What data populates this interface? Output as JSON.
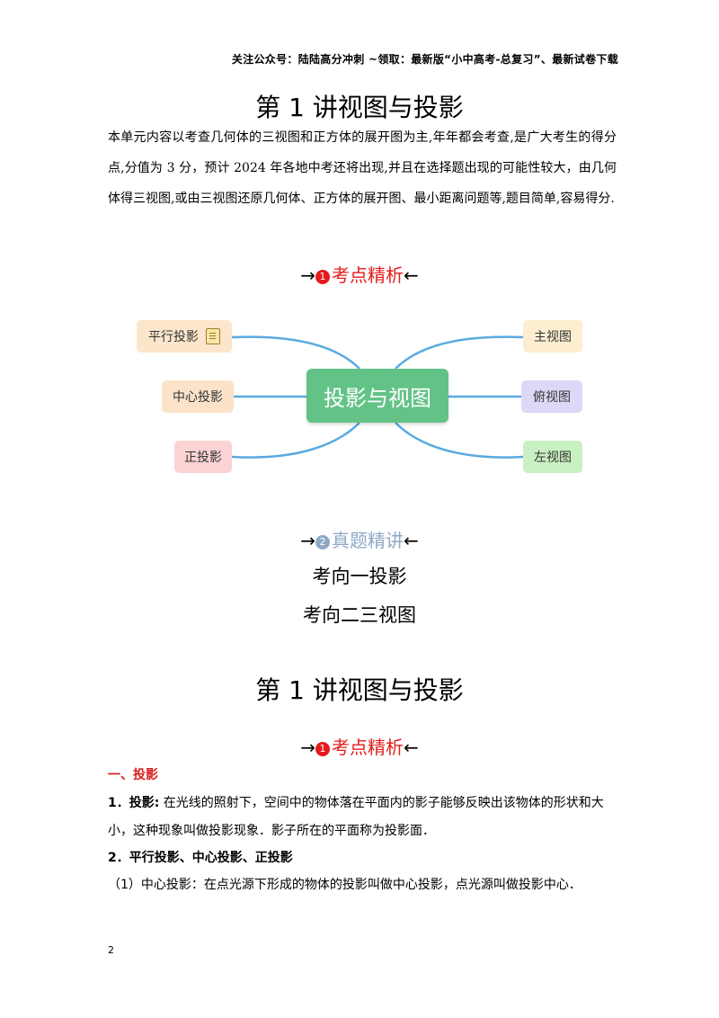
{
  "header_note": "关注公众号：陆陆高分冲刺  ~领取：最新版“小中高考-总复习”、最新试卷下载",
  "title_1": "第 1 讲视图与投影",
  "intro": "本单元内容以考查几何体的三视图和正方体的展开图为主,年年都会考查,是广大考生的得分点,分值为 3 分，预计 2024 年各地中考还将出现,并且在选择题出现的可能性较大，由几何体得三视图,或由三视图还原几何体、正方体的展开图、最小距离问题等,题目简单,容易得分.",
  "section_1": {
    "arrow_left": "→",
    "badge": "❶",
    "label": "考点精析",
    "arrow_right": "←"
  },
  "mindmap": {
    "center": "投影与视图",
    "left": [
      "平行投影",
      "中心投影",
      "正投影"
    ],
    "right": [
      "主视图",
      "俯视图",
      "左视图"
    ],
    "icon": "memo-icon",
    "colors": {
      "center": "#63c387",
      "line": "#5aa9e0"
    }
  },
  "section_2": {
    "arrow_left": "→",
    "badge": "❷",
    "label": "真题精讲",
    "arrow_right": "←"
  },
  "direction_1": "考向一投影",
  "direction_2": "考向二三视图",
  "title_2": "第 1 讲视图与投影",
  "section_3": {
    "arrow_left": "→",
    "badge": "❶",
    "label": "考点精析",
    "arrow_right": "←"
  },
  "kd": {
    "heading": "一、投影",
    "item1_label": "1．投影:",
    "item1_text": "在光线的照射下，空间中的物体落在平面内的影子能够反映出该物体的形状和大",
    "item1_text_cont": "小，这种现象叫做投影现象．影子所在的平面称为投影面．",
    "item2_label": "2．平行投影、中心投影、正投影",
    "item3_text": "（1）中心投影：在点光源下形成的物体的投影叫做中心投影，点光源叫做投影中心．"
  },
  "page_number": "2"
}
